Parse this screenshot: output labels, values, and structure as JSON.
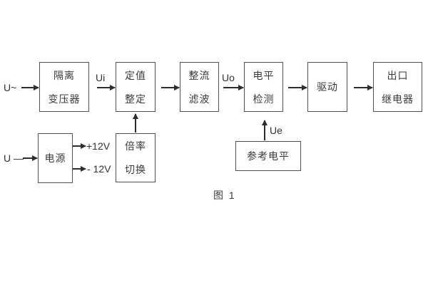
{
  "figure": {
    "caption": "图 1",
    "signals": {
      "ac_input": "U~",
      "dc_input": "U —",
      "ui": "Ui",
      "uo": "Uo",
      "ue": "Ue",
      "plus_12v": "+12V",
      "minus_12v": "- 12V"
    },
    "blocks": {
      "isolation_transformer": {
        "line1": "隔离",
        "line2": "变压器"
      },
      "value_setting": {
        "line1": "定值",
        "line2": "整定"
      },
      "rectifier_filter": {
        "line1": "整流",
        "line2": "滤波"
      },
      "level_detection": {
        "line1": "电平",
        "line2": "检测"
      },
      "driver": {
        "label": "驱动"
      },
      "output_relay": {
        "line1": "出口",
        "line2": "继电器"
      },
      "power_supply": {
        "label": "电源"
      },
      "ratio_switching": {
        "line1": "倍率",
        "line2": "切换"
      },
      "reference_level": {
        "label": "参考电平"
      }
    }
  }
}
